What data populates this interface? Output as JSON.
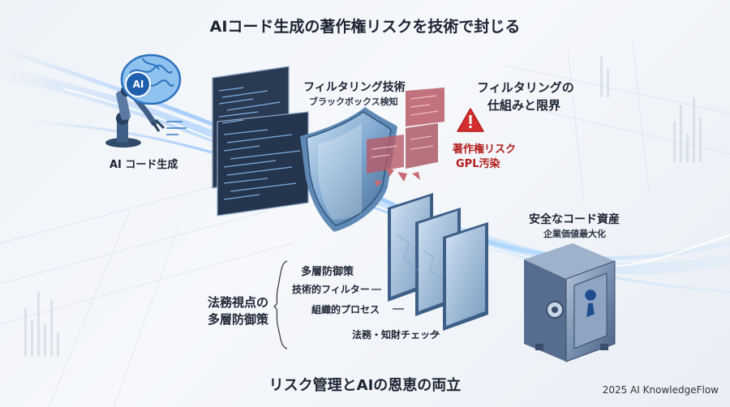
{
  "title": "AIコード生成の著作権リスクを技術で封じる",
  "ai_generation": {
    "icon_label": "AI",
    "label": "AI コード生成"
  },
  "filter_tech": {
    "title": "フィルタリング技術",
    "subtitle": "ブラックボックス検知"
  },
  "filter_mechanism": {
    "line1": "フィルタリングの",
    "line2": "仕組みと限界"
  },
  "risk": {
    "line1": "著作権リスク",
    "line2": "GPL汚染"
  },
  "safe_asset": {
    "title": "安全なコード資産",
    "subtitle": "企業価値最大化"
  },
  "multilayer": {
    "group_label": "多層防御策",
    "items": [
      "技術的フィルター",
      "組織的プロセス",
      "法務・知財チェック"
    ]
  },
  "legal_view": {
    "line1": "法務視点の",
    "line2": "多層防御策"
  },
  "bottom_title": "リスク管理とAIの恩恵の両立",
  "footer": "2025 AI KnowledgeFlow",
  "colors": {
    "accent_blue": "#2f7fe0",
    "risk_red": "#c62828",
    "panel_dark": "#233246",
    "safe_steel": "#6f87a8"
  }
}
